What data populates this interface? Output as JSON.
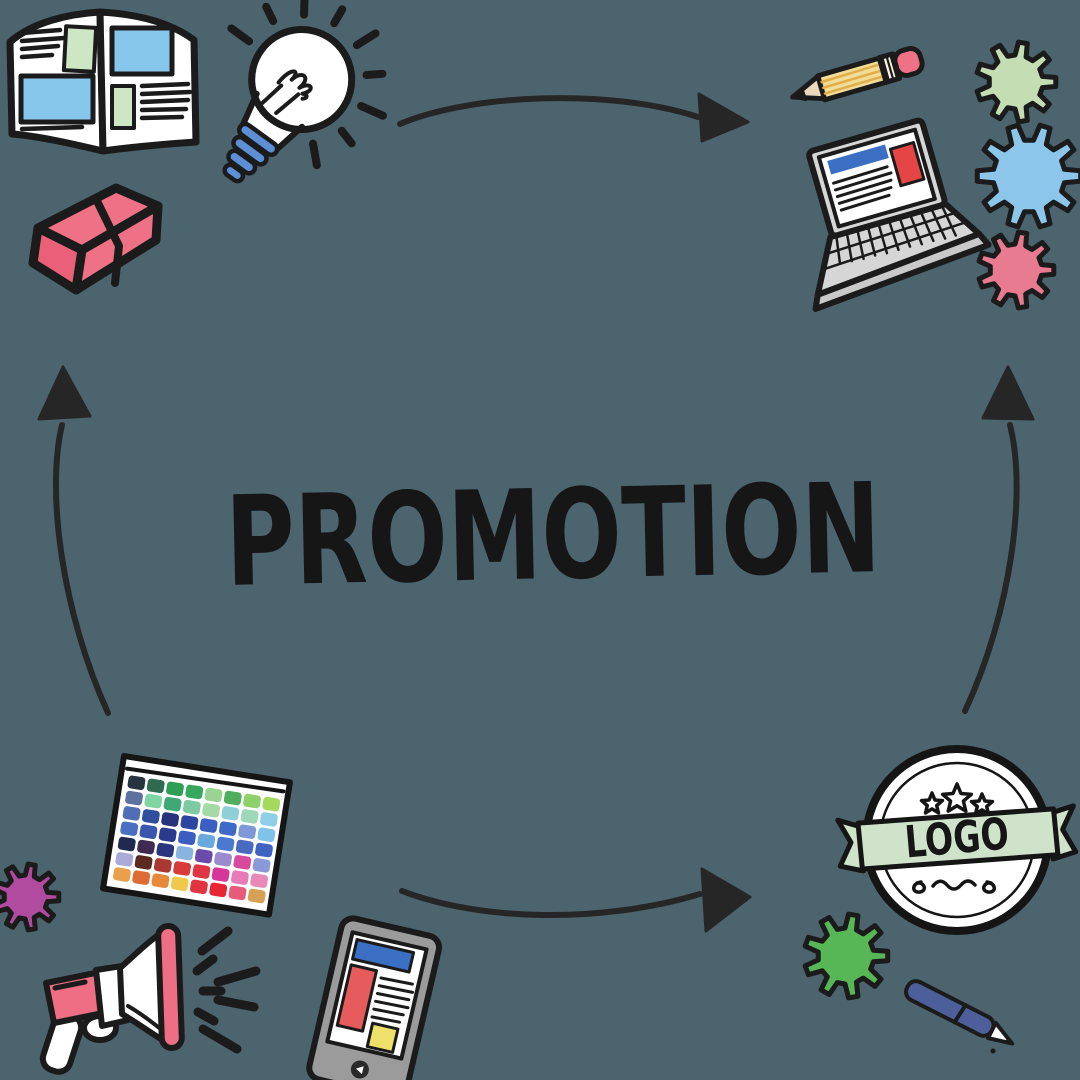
{
  "title": {
    "text": "PROMOTION",
    "color": "#161616"
  },
  "badge": {
    "label": "LOGO",
    "star_count": 3,
    "ribbon_color": "#cfe3cb"
  },
  "canvas": {
    "background": "#4c646e",
    "outline": "#1b1b1b",
    "arrow_color": "#262626"
  },
  "colors": {
    "magazine_blue": "#88c7ec",
    "magazine_green": "#cde6c3",
    "lightbulb_base_blue": "#5c8fd6",
    "eraser_pink": "#ef7186",
    "eraser_pink_dark": "#ea6078",
    "pencil_yellow": "#f2dc96",
    "pencil_stripe": "#e0ae4a",
    "pencil_wood": "#ecd9bc",
    "pencil_eraser_pink": "#ef7186",
    "laptop_gray": "#d6d6d6",
    "screen_blue": "#3a6fc4",
    "screen_red": "#e64545",
    "gear_green_light": "#c4ddb3",
    "gear_blue": "#8cc6ea",
    "gear_pink": "#e87b90",
    "gear_purple": "#b14ba0",
    "gear_green": "#57b757",
    "megaphone_pink": "#ee6e84",
    "phone_gray": "#9b9b9b",
    "phone_yellow": "#efe06a",
    "ribbon_green": "#cfe3cb",
    "pen_blue": "#4c5f9b"
  },
  "palette": {
    "rows": [
      [
        "#263440",
        "#2e6b50",
        "#2f9e55",
        "#36a85e",
        "#9ad394",
        "#4fae5c",
        "#8ed06a",
        "#a3da5c"
      ],
      [
        "#5d70a0",
        "#7fd6a2",
        "#3fa876",
        "#7cc9a2",
        "#a5d9a5",
        "#8fd0d8",
        "#9ed8b8",
        "#8ecfe8"
      ],
      [
        "#4f6eb5",
        "#2f4e9e",
        "#26337a",
        "#2c46a0",
        "#3a5fc0",
        "#3f6ac8",
        "#7e97d8",
        "#7fc4e8"
      ],
      [
        "#4a6ec0",
        "#3a57b0",
        "#2a3a8e",
        "#3c5cc0",
        "#6aa8e0",
        "#4a7ad0",
        "#4a6abf",
        "#3e63c0"
      ],
      [
        "#1f2a4e",
        "#3e2a52",
        "#2a3580",
        "#8ab4e0",
        "#6a4aaa",
        "#9a8ad0",
        "#d84a9e",
        "#8a9ad8"
      ],
      [
        "#a8aad8",
        "#5a2a20",
        "#a83830",
        "#d83a3a",
        "#e03545",
        "#d8359a",
        "#e87ab8",
        "#e88ab8"
      ],
      [
        "#e8a04a",
        "#e06a35",
        "#e8883a",
        "#f0c84a",
        "#e03540",
        "#e82535",
        "#e85a7a",
        "#d8a055"
      ]
    ]
  },
  "icons": [
    "open-magazine-icon",
    "lightbulb-icon",
    "eraser-icon",
    "curved-arrow-top-icon",
    "pencil-icon",
    "laptop-icon",
    "gear-green-icon",
    "gear-blue-icon",
    "gear-pink-icon",
    "curved-arrow-left-icon",
    "curved-arrow-right-icon",
    "curved-arrow-bottom-icon",
    "color-palette-icon",
    "gear-purple-icon",
    "megaphone-icon",
    "smartphone-icon",
    "logo-badge-icon",
    "star-icon",
    "gear-green2-icon",
    "pen-icon"
  ]
}
